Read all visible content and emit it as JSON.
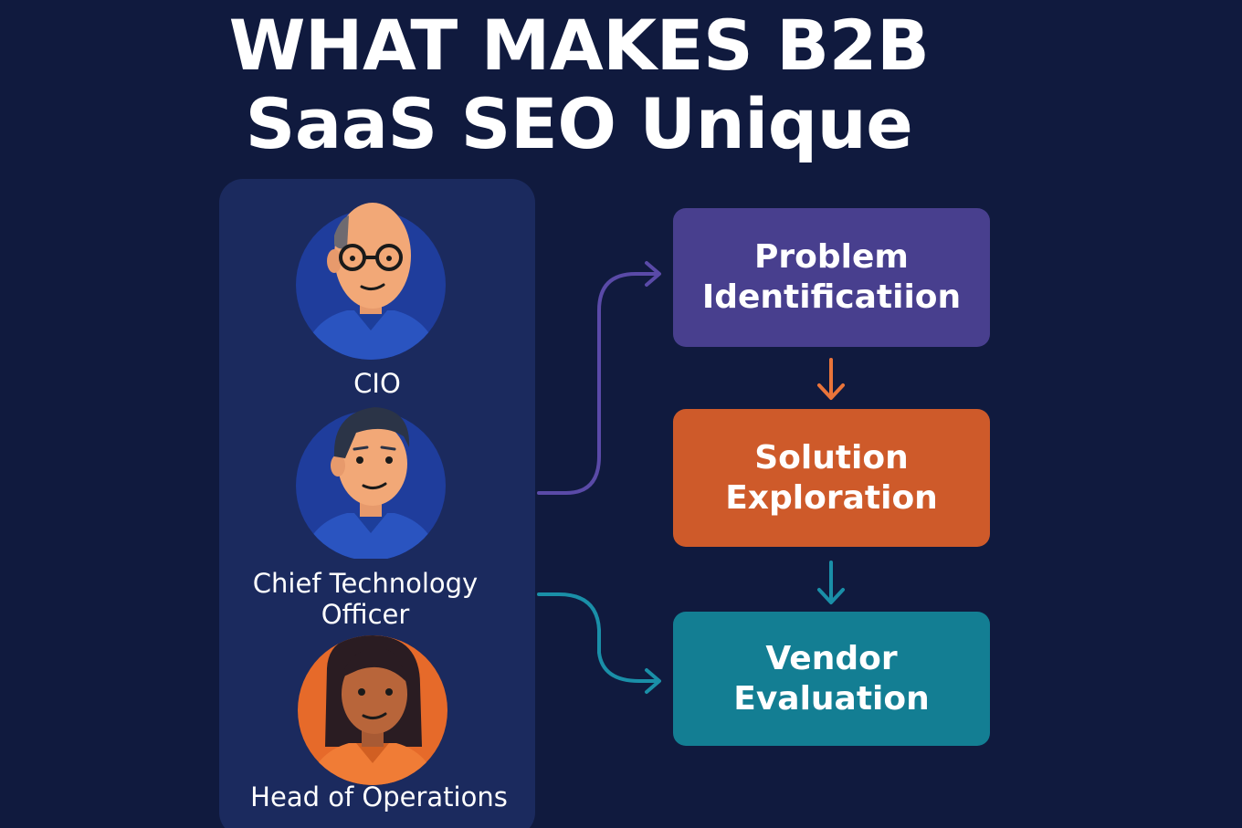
{
  "title": {
    "line1": "WHAT MAKES B2B",
    "line2": "SaaS SEO Unique"
  },
  "personas": [
    {
      "label": "CIO",
      "icon": "bald-man-with-glasses-avatar-icon"
    },
    {
      "label": "Chief Technology\nOfficer",
      "icon": "man-avatar-icon"
    },
    {
      "label": "Head of Operations",
      "icon": "woman-avatar-icon"
    }
  ],
  "stages": [
    {
      "label": "Problem\nIdentificatiion",
      "color": "#483f8e"
    },
    {
      "label": "Solution\nExploration",
      "color": "#ce5a2a"
    },
    {
      "label": "Vendor\nEvaluation",
      "color": "#137e93"
    }
  ],
  "colors": {
    "background": "#101a3e",
    "panel": "#1b2a5e",
    "arrow_purple": "#5a4aa8",
    "arrow_orange": "#e9743a",
    "arrow_teal": "#1a8fa8"
  }
}
